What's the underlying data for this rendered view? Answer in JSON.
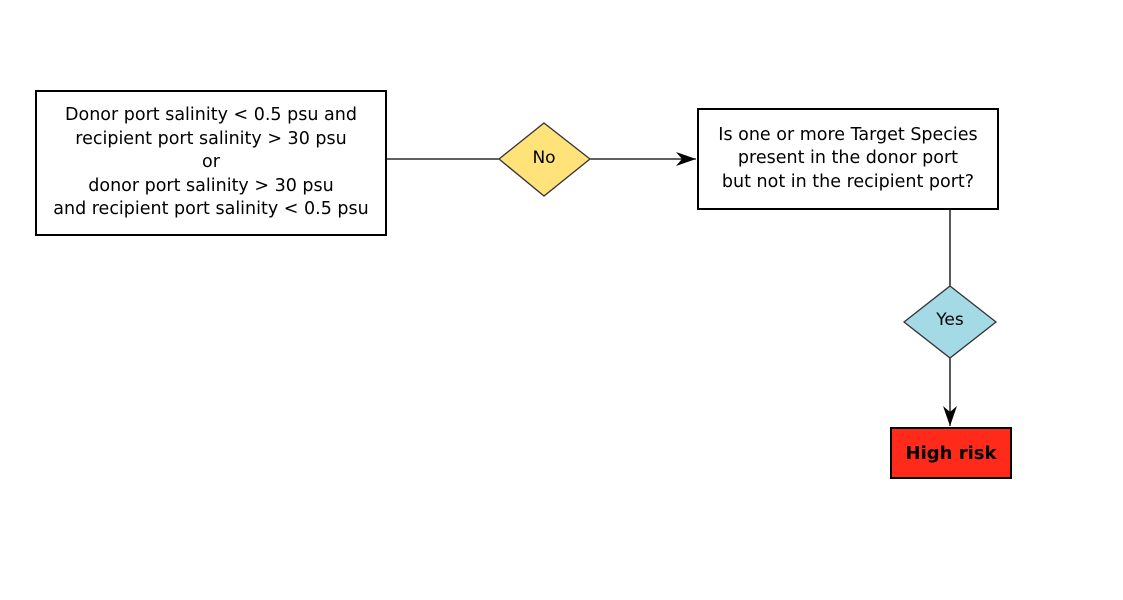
{
  "diagram": {
    "condition_box": {
      "lines": [
        "Donor port salinity < 0.5 psu and",
        "recipient port salinity > 30 psu",
        "or",
        "donor port salinity > 30 psu",
        "and recipient port salinity < 0.5 psu"
      ]
    },
    "decision_no": {
      "label": "No",
      "fill_color": "#FFE37A"
    },
    "question_box": {
      "lines": [
        "Is one or more Target Species",
        "present in the donor port",
        "but not in the recipient port?"
      ]
    },
    "decision_yes": {
      "label": "Yes",
      "fill_color": "#A4D9E6"
    },
    "outcome_box": {
      "label": "High risk",
      "fill_color": "#FF2A1A"
    },
    "connector_color": "#000000"
  }
}
